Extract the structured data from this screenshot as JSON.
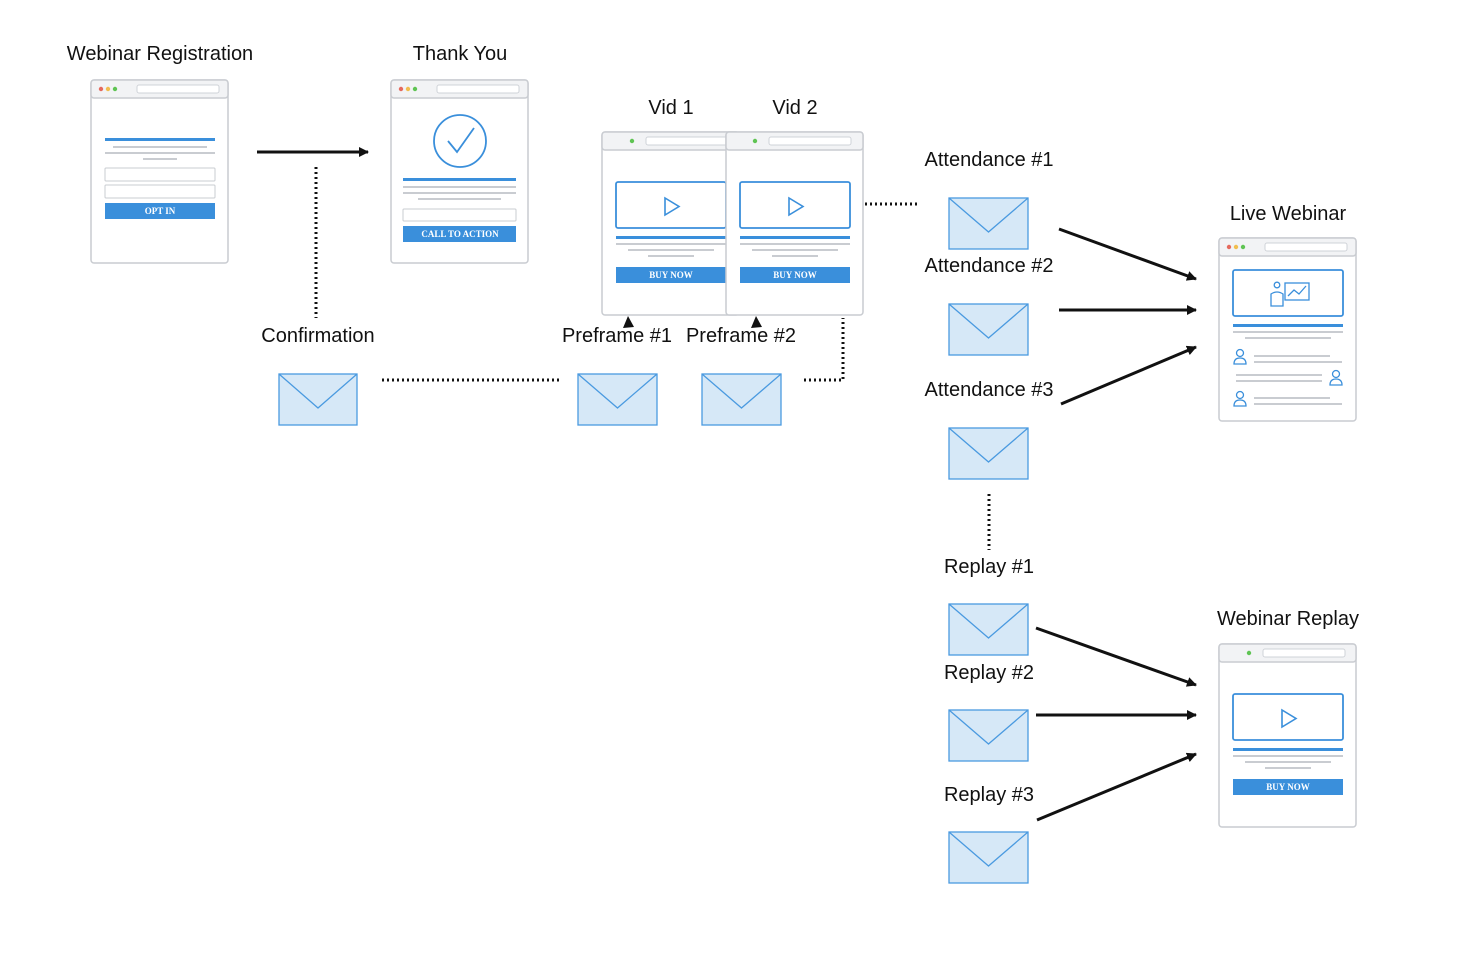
{
  "labels": {
    "webinar_registration": "Webinar Registration",
    "thank_you": "Thank You",
    "vid1": "Vid 1",
    "vid2": "Vid 2",
    "confirmation": "Confirmation",
    "preframe1": "Preframe #1",
    "preframe2": "Preframe #2",
    "attendance1": "Attendance #1",
    "attendance2": "Attendance #2",
    "attendance3": "Attendance #3",
    "live_webinar": "Live Webinar",
    "replay1": "Replay #1",
    "replay2": "Replay #2",
    "replay3": "Replay #3",
    "webinar_replay": "Webinar Replay"
  },
  "buttons": {
    "opt_in": "OPT IN",
    "call_to_action": "CALL TO ACTION",
    "buy_now": "BUY NOW"
  },
  "colors": {
    "accent": "#3a8fdb",
    "envelope_fill": "#d6e8f7",
    "envelope_stroke": "#4a9ae0",
    "browser_border": "#c9ccd1",
    "line": "#111111"
  },
  "icons": [
    "browser-window-icon",
    "envelope-icon",
    "play-icon",
    "checkmark-circle-icon",
    "presenter-icon",
    "user-icon"
  ]
}
